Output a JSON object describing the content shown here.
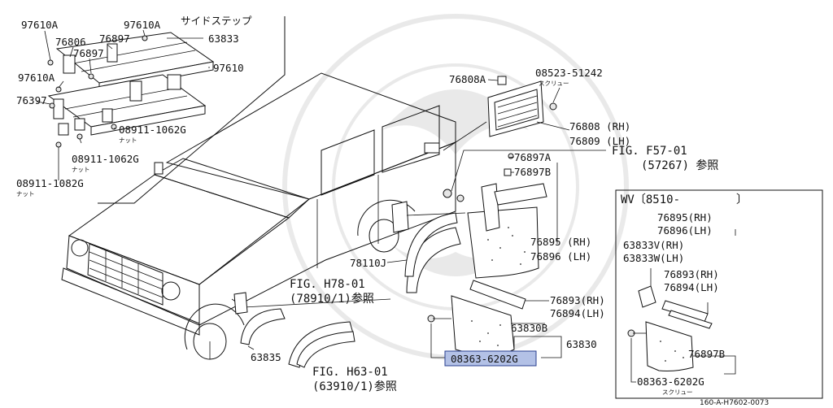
{
  "side_step_group": {
    "title": "サイドステップ",
    "labels": [
      "97610A",
      "76806",
      "97610A",
      "76897",
      "76897",
      "63833",
      "97610",
      "97610A",
      "76397",
      "08911-1062G",
      "08911-1062G",
      "08911-1082G"
    ],
    "nut_notes": [
      "ナット",
      "ナット",
      "ナット"
    ]
  },
  "window_group": {
    "labels": [
      "76808A",
      "08523-51242",
      "76808 (RH)",
      "76809 (LH)"
    ],
    "screw_note": "スクリュー"
  },
  "references": {
    "f57": "FIG. F57-01",
    "f57_sub": "(57267) 参照",
    "h78": "FIG. H78-01",
    "h78_sub": "(78910/1)参照",
    "h63": "FIG. H63-01",
    "h63_sub": "(63910/1)参照"
  },
  "main_labels": {
    "p76897A": "76897A",
    "p76897B": "76897B",
    "p76895": "76895 (RH)",
    "p76896": "76896 (LH)",
    "p78110J": "78110J",
    "p76893": "76893(RH)",
    "p76894": "76894(LH)",
    "p63830B": "63830B",
    "p63830": "63830",
    "p63835": "63835",
    "highlighted_part": "08363-6202G"
  },
  "wv_box": {
    "title": "WV〔8510-",
    "labels": [
      "76895(RH)",
      "76896(LH)",
      "63833V(RH)",
      "63833W(LH)",
      "76893(RH)",
      "76894(LH)",
      "76897B",
      "08363-6202G"
    ],
    "screw_note": "スクリュー"
  },
  "footer": {
    "code": "160-A-H7602-0073"
  },
  "colors": {
    "highlight_fill": "#b3c1e6",
    "highlight_stroke": "#2a3f8f"
  }
}
